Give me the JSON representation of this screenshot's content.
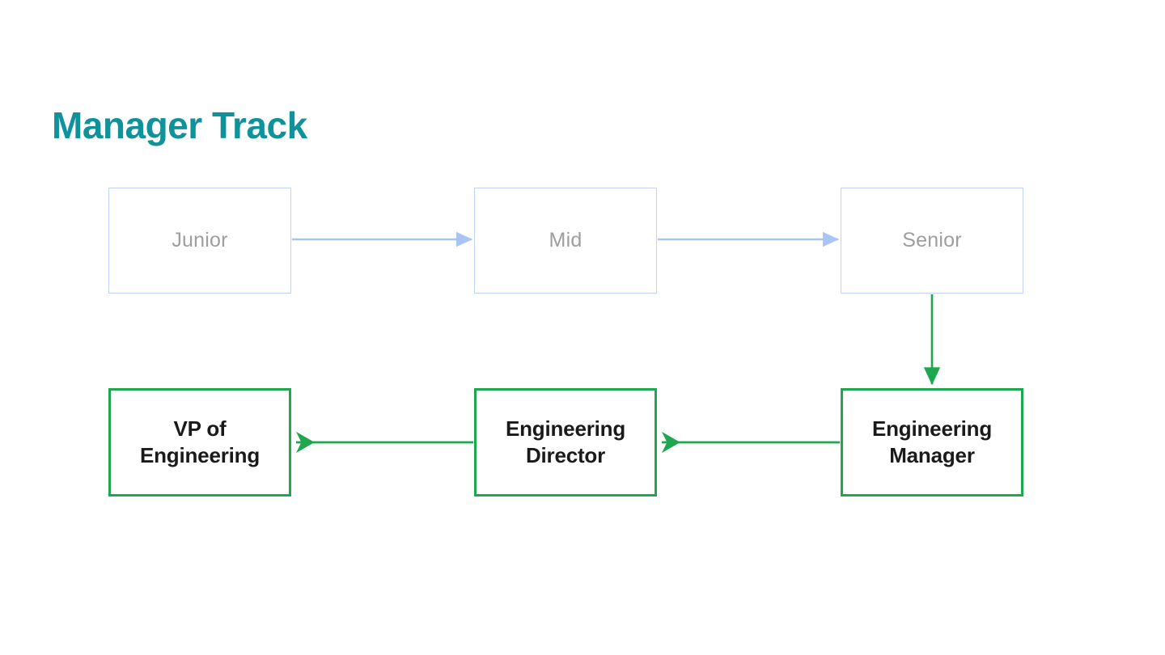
{
  "page": {
    "title": "Manager Track",
    "background_color": "#ffffff"
  },
  "colors": {
    "title_teal": "#0f9299",
    "level_border_blue": "#c2d2f7",
    "level_text_gray": "#9e9e9e",
    "role_border_green": "#1fa74f",
    "role_text_black": "#1a1a1a",
    "arrow_blue": "#a9c4f5",
    "arrow_green": "#1fa74f"
  },
  "levels": [
    {
      "id": "junior",
      "label": "Junior"
    },
    {
      "id": "mid",
      "label": "Mid"
    },
    {
      "id": "senior",
      "label": "Senior"
    }
  ],
  "roles": [
    {
      "id": "vp-of-engineering",
      "line1": "VP of",
      "line2": "Engineering"
    },
    {
      "id": "engineering-director",
      "line1": "Engineering",
      "line2": "Director"
    },
    {
      "id": "engineering-manager",
      "line1": "Engineering",
      "line2": "Manager"
    }
  ],
  "connectors": [
    {
      "id": "junior-to-mid",
      "from": "junior",
      "to": "mid",
      "direction": "right",
      "color": "#a9c4f5"
    },
    {
      "id": "mid-to-senior",
      "from": "mid",
      "to": "senior",
      "direction": "right",
      "color": "#a9c4f5"
    },
    {
      "id": "senior-to-engineering-manager",
      "from": "senior",
      "to": "engineering-manager",
      "direction": "down",
      "color": "#1fa74f"
    },
    {
      "id": "engineering-manager-to-engineering-director",
      "from": "engineering-manager",
      "to": "engineering-director",
      "direction": "left",
      "color": "#1fa74f"
    },
    {
      "id": "engineering-director-to-vp-of-engineering",
      "from": "engineering-director",
      "to": "vp-of-engineering",
      "direction": "left",
      "color": "#1fa74f"
    }
  ]
}
